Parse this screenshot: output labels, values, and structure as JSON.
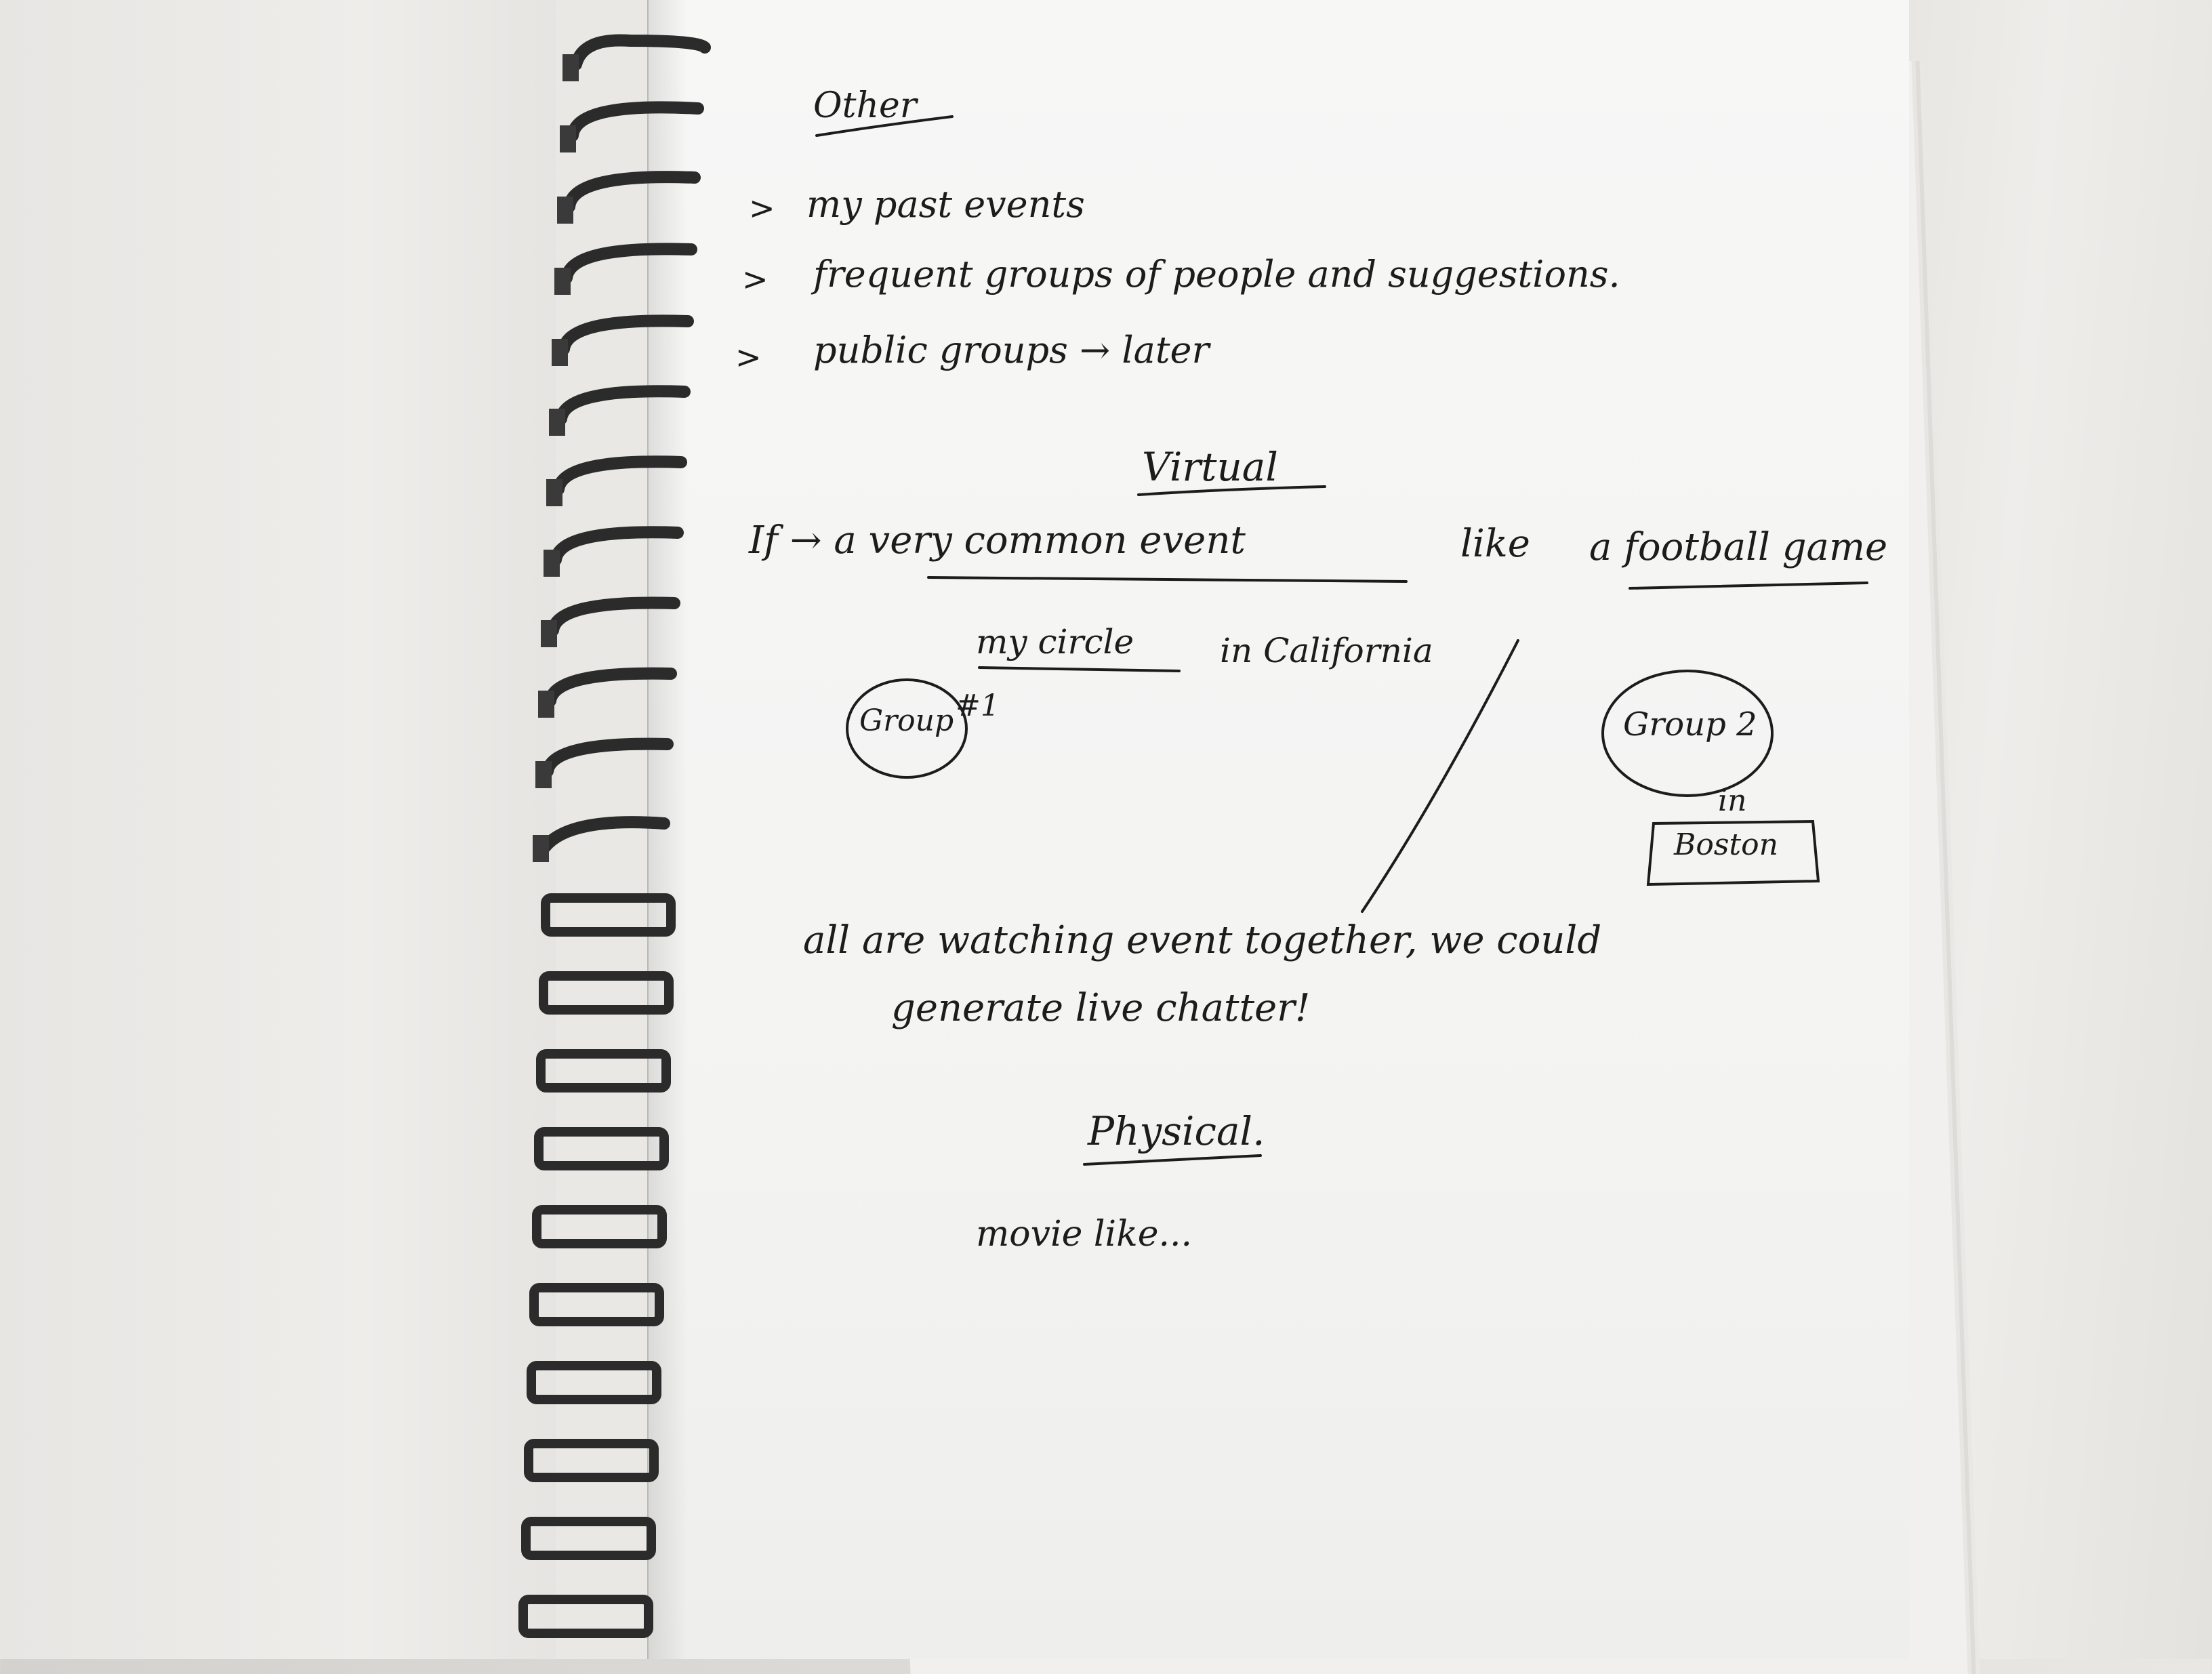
{
  "notebook": {
    "heading_other": "Other",
    "bullets": [
      {
        "arrow": ">",
        "text": "my past events"
      },
      {
        "arrow": ">",
        "text": "frequent groups of people and suggestions."
      },
      {
        "arrow": ">",
        "text": "public groups → later"
      }
    ],
    "heading_virtual": "Virtual",
    "line_if": "If → a very common event",
    "line_like": "like",
    "line_football": "a football game",
    "circle_note": "my circle",
    "california": "in California",
    "group1": "Group",
    "group1_number": "#1",
    "group2": "Group 2",
    "in_word": "in",
    "boston": "Boston",
    "line_watching": "all are watching event together, we could",
    "line_live": "generate live chatter!",
    "heading_physical": "Physical.",
    "line_movie": "movie like..."
  },
  "colors": {
    "ink": "#1c1c1c",
    "paper": "#f5f5f4",
    "spiral": "#2b2b2b"
  }
}
